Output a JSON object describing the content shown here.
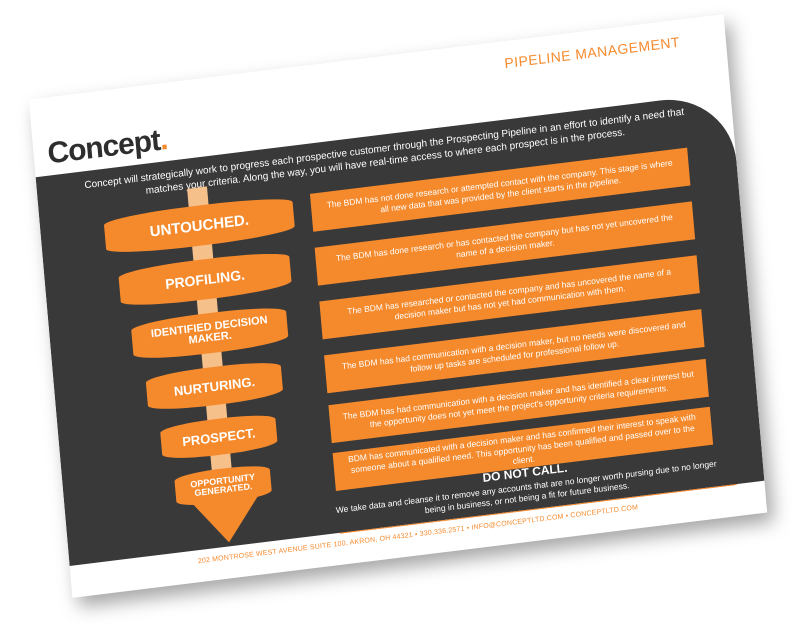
{
  "header": {
    "title": "PIPELINE MANAGEMENT",
    "logo_text": "Concept",
    "logo_dot": "."
  },
  "intro": "Concept will strategically work to progress each prospective customer through the Prospecting Pipeline in an effort to identify a need that matches your criteria. Along the way, you will have real-time access to where each prospect is in the process.",
  "stages": [
    {
      "label": "UNTOUCHED.",
      "description": "The BDM has not done research or attempted contact with the company. This stage is where all new data that was provided by the client starts in the pipeline."
    },
    {
      "label": "PROFILING.",
      "description": "The BDM has done research or has contacted the company but has not yet uncovered the name of a decision maker."
    },
    {
      "label": "IDENTIFIED DECISION MAKER.",
      "description": "The BDM has researched or contacted the company and has uncovered the name of a decision maker but has not yet had communication with them."
    },
    {
      "label": "NURTURING.",
      "description": "The BDM has had communication with a decision maker, but no needs were discovered and follow up tasks are scheduled for professional follow up."
    },
    {
      "label": "PROSPECT.",
      "description": "The BDM has had communication with a decision maker and has identified a clear interest but the opportunity does not yet meet the project's opportunity criteria requirements."
    },
    {
      "label": "OPPORTUNITY GENERATED.",
      "description": "BDM has communicated with a decision maker and has confirmed their interest to speak with someone about a qualified need. This opportunity has been qualified and passed over to the client."
    }
  ],
  "do_not_call": {
    "title": "DO NOT CALL.",
    "text": "We take data and cleanse it to remove any accounts that are no longer worth pursing due to no longer being in business, or not being a fit for future business."
  },
  "footer": "202 MONTROSE WEST AVENUE SUITE 100, AKRON, OH 44321 • 330.336.2571 • INFO@CONCEPTLTD.COM • CONCEPTLTD.COM",
  "colors": {
    "accent": "#f58a2d",
    "panel": "#3a3939",
    "shaft": "#f6c08b"
  }
}
